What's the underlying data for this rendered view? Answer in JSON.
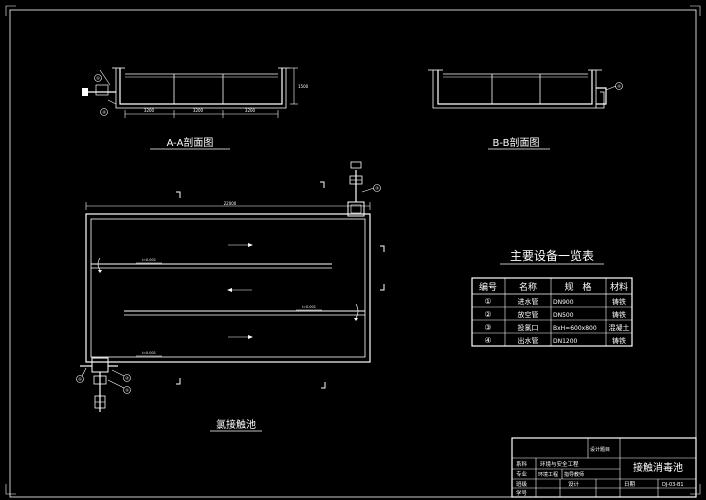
{
  "drawing": {
    "section_aa_title": "A-A剖面图",
    "section_bb_title": "B-B剖面图",
    "plan_title": "氯接触池",
    "plan_dim_top": "22000",
    "aa_dims": [
      "3200",
      "3200",
      "3200"
    ],
    "aa_height_dim": "1500",
    "callouts": {
      "c1": "①",
      "c2": "②",
      "c3": "③",
      "c4": "④"
    },
    "flow_labels": [
      "i=0.001",
      "i=0.001",
      "i=0.001"
    ]
  },
  "equipment_table": {
    "title": "主要设备一览表",
    "headers": [
      "编号",
      "名称",
      "规　格",
      "材料"
    ],
    "rows": [
      {
        "no": "①",
        "name": "进水管",
        "spec": "DN900",
        "material": "铸铁"
      },
      {
        "no": "②",
        "name": "放空管",
        "spec": "DN500",
        "material": "铸铁"
      },
      {
        "no": "③",
        "name": "投氯口",
        "spec": "BxH=600x800",
        "material": "混凝土"
      },
      {
        "no": "④",
        "name": "出水管",
        "spec": "DN1200",
        "material": "铸铁"
      }
    ]
  },
  "title_block": {
    "design_topic_label": "设计题目",
    "dept_label": "系科",
    "dept_value": "环境与安全工程",
    "major_label": "专业",
    "major_value": "环境工程",
    "advisor_label": "指导教师",
    "class_label": "班级",
    "design_label": "设计",
    "student_label": "学号",
    "drawing_name": "接触消毒池",
    "date_label": "日期",
    "drawing_no": "DJ-03-B1"
  }
}
